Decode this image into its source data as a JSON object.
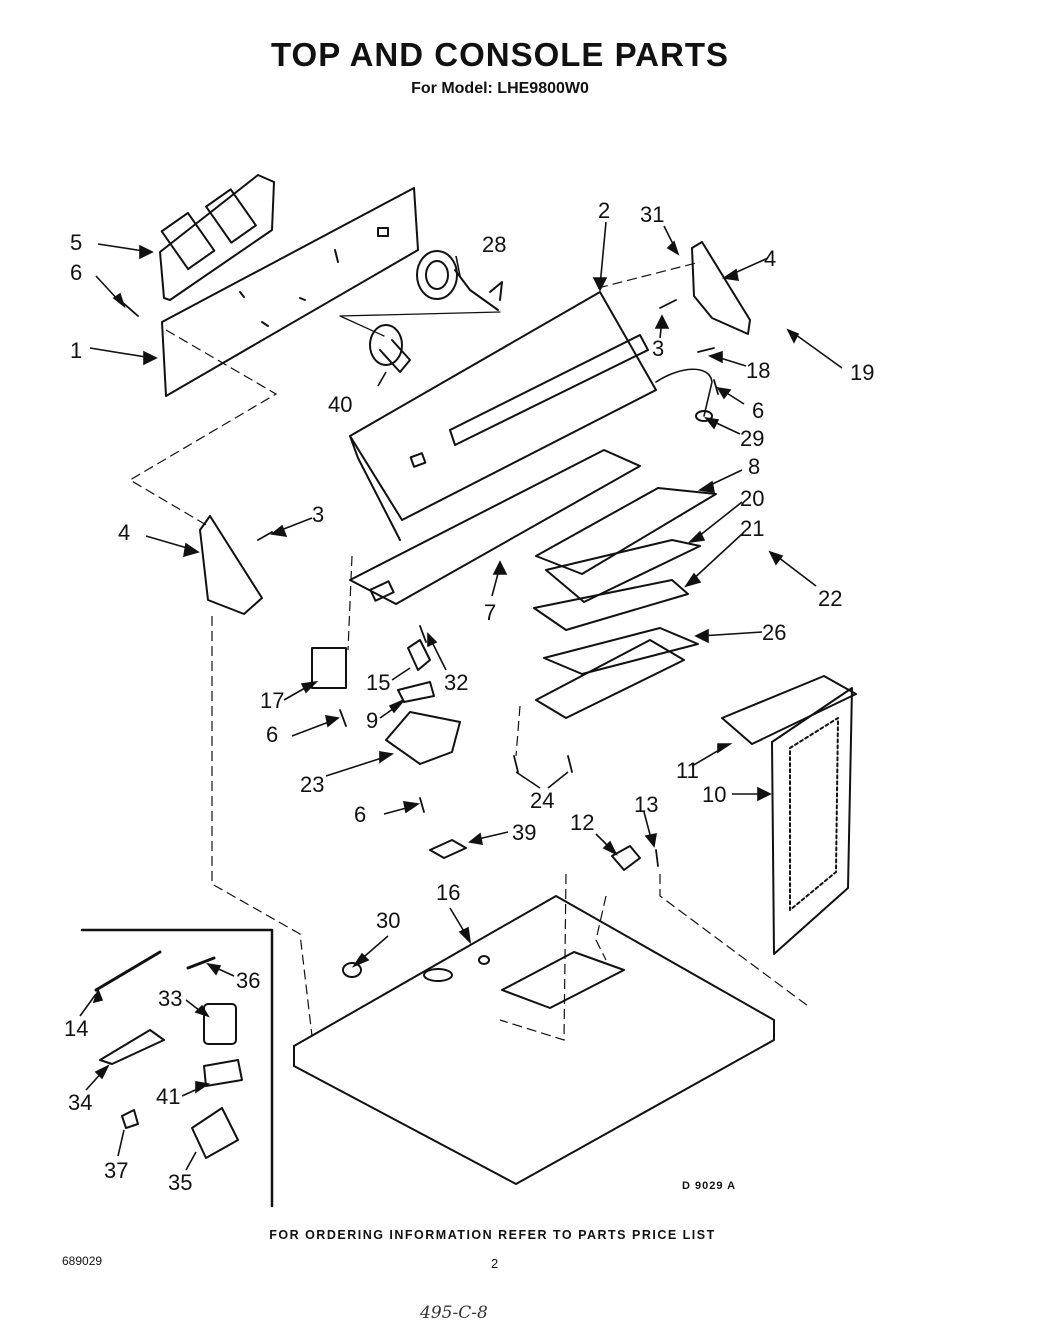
{
  "header": {
    "title": "TOP AND CONSOLE PARTS",
    "subtitle": "For Model: LHE9800W0"
  },
  "callouts": [
    {
      "id": "c5a",
      "label": "5"
    },
    {
      "id": "c6a",
      "label": "6"
    },
    {
      "id": "c1",
      "label": "1"
    },
    {
      "id": "c28",
      "label": "28"
    },
    {
      "id": "c40",
      "label": "40"
    },
    {
      "id": "c2",
      "label": "2"
    },
    {
      "id": "c31",
      "label": "31"
    },
    {
      "id": "c4a",
      "label": "4"
    },
    {
      "id": "c3a",
      "label": "3"
    },
    {
      "id": "c18",
      "label": "18"
    },
    {
      "id": "c19",
      "label": "19"
    },
    {
      "id": "c6b",
      "label": "6"
    },
    {
      "id": "c29",
      "label": "29"
    },
    {
      "id": "c8",
      "label": "8"
    },
    {
      "id": "c20",
      "label": "20"
    },
    {
      "id": "c21",
      "label": "21"
    },
    {
      "id": "c22",
      "label": "22"
    },
    {
      "id": "c4b",
      "label": "4"
    },
    {
      "id": "c3b",
      "label": "3"
    },
    {
      "id": "c7",
      "label": "7"
    },
    {
      "id": "c26",
      "label": "26"
    },
    {
      "id": "c17",
      "label": "17"
    },
    {
      "id": "c15",
      "label": "15"
    },
    {
      "id": "c32",
      "label": "32"
    },
    {
      "id": "c9",
      "label": "9"
    },
    {
      "id": "c6c",
      "label": "6"
    },
    {
      "id": "c23",
      "label": "23"
    },
    {
      "id": "c24",
      "label": "24"
    },
    {
      "id": "c11",
      "label": "11"
    },
    {
      "id": "c10",
      "label": "10"
    },
    {
      "id": "c6d",
      "label": "6"
    },
    {
      "id": "c39",
      "label": "39"
    },
    {
      "id": "c12",
      "label": "12"
    },
    {
      "id": "c13",
      "label": "13"
    },
    {
      "id": "c16",
      "label": "16"
    },
    {
      "id": "c30",
      "label": "30"
    },
    {
      "id": "c36",
      "label": "36"
    },
    {
      "id": "c14",
      "label": "14"
    },
    {
      "id": "c33",
      "label": "33"
    },
    {
      "id": "c34",
      "label": "34"
    },
    {
      "id": "c41",
      "label": "41"
    },
    {
      "id": "c37",
      "label": "37"
    },
    {
      "id": "c35",
      "label": "35"
    }
  ],
  "diagram_code": "D 9029 A",
  "footer": {
    "ordering_note": "FOR ORDERING INFORMATION REFER TO PARTS PRICE LIST",
    "doc_number": "689029",
    "page_number": "2",
    "handwritten_note": "495-C-8"
  }
}
